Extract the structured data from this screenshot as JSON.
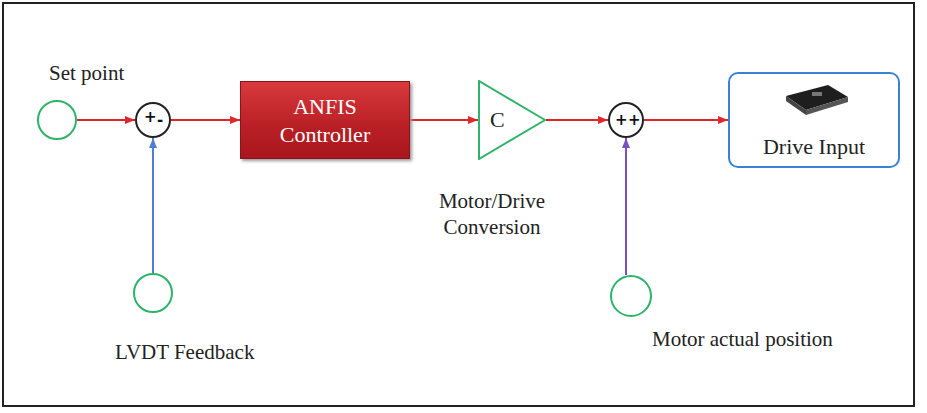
{
  "diagram": {
    "nodes": [
      {
        "text": [
          "Set point"
        ]
      },
      {
        "text": [
          "+",
          "-"
        ]
      },
      {
        "text": [
          "ANFIS Controller"
        ]
      },
      {
        "text": [
          "C",
          "Motor/Drive Conversion"
        ]
      },
      {
        "text": [
          "+",
          "+"
        ]
      },
      {
        "text": [
          "Drive Input"
        ]
      },
      {
        "text": [
          "LVDT Feedback"
        ]
      },
      {
        "text": [
          "Motor actual position"
        ]
      }
    ],
    "edges": [
      {
        "from": 0,
        "to": 1,
        "arrow": "to"
      },
      {
        "from": 1,
        "to": 2,
        "arrow": "to"
      },
      {
        "from": 2,
        "to": 3,
        "arrow": "to"
      },
      {
        "from": 3,
        "to": 4,
        "arrow": "to"
      },
      {
        "from": 4,
        "to": 5,
        "arrow": "to"
      },
      {
        "from": 6,
        "to": 1,
        "arrow": "to"
      },
      {
        "from": 7,
        "to": 4,
        "arrow": "to"
      }
    ]
  }
}
